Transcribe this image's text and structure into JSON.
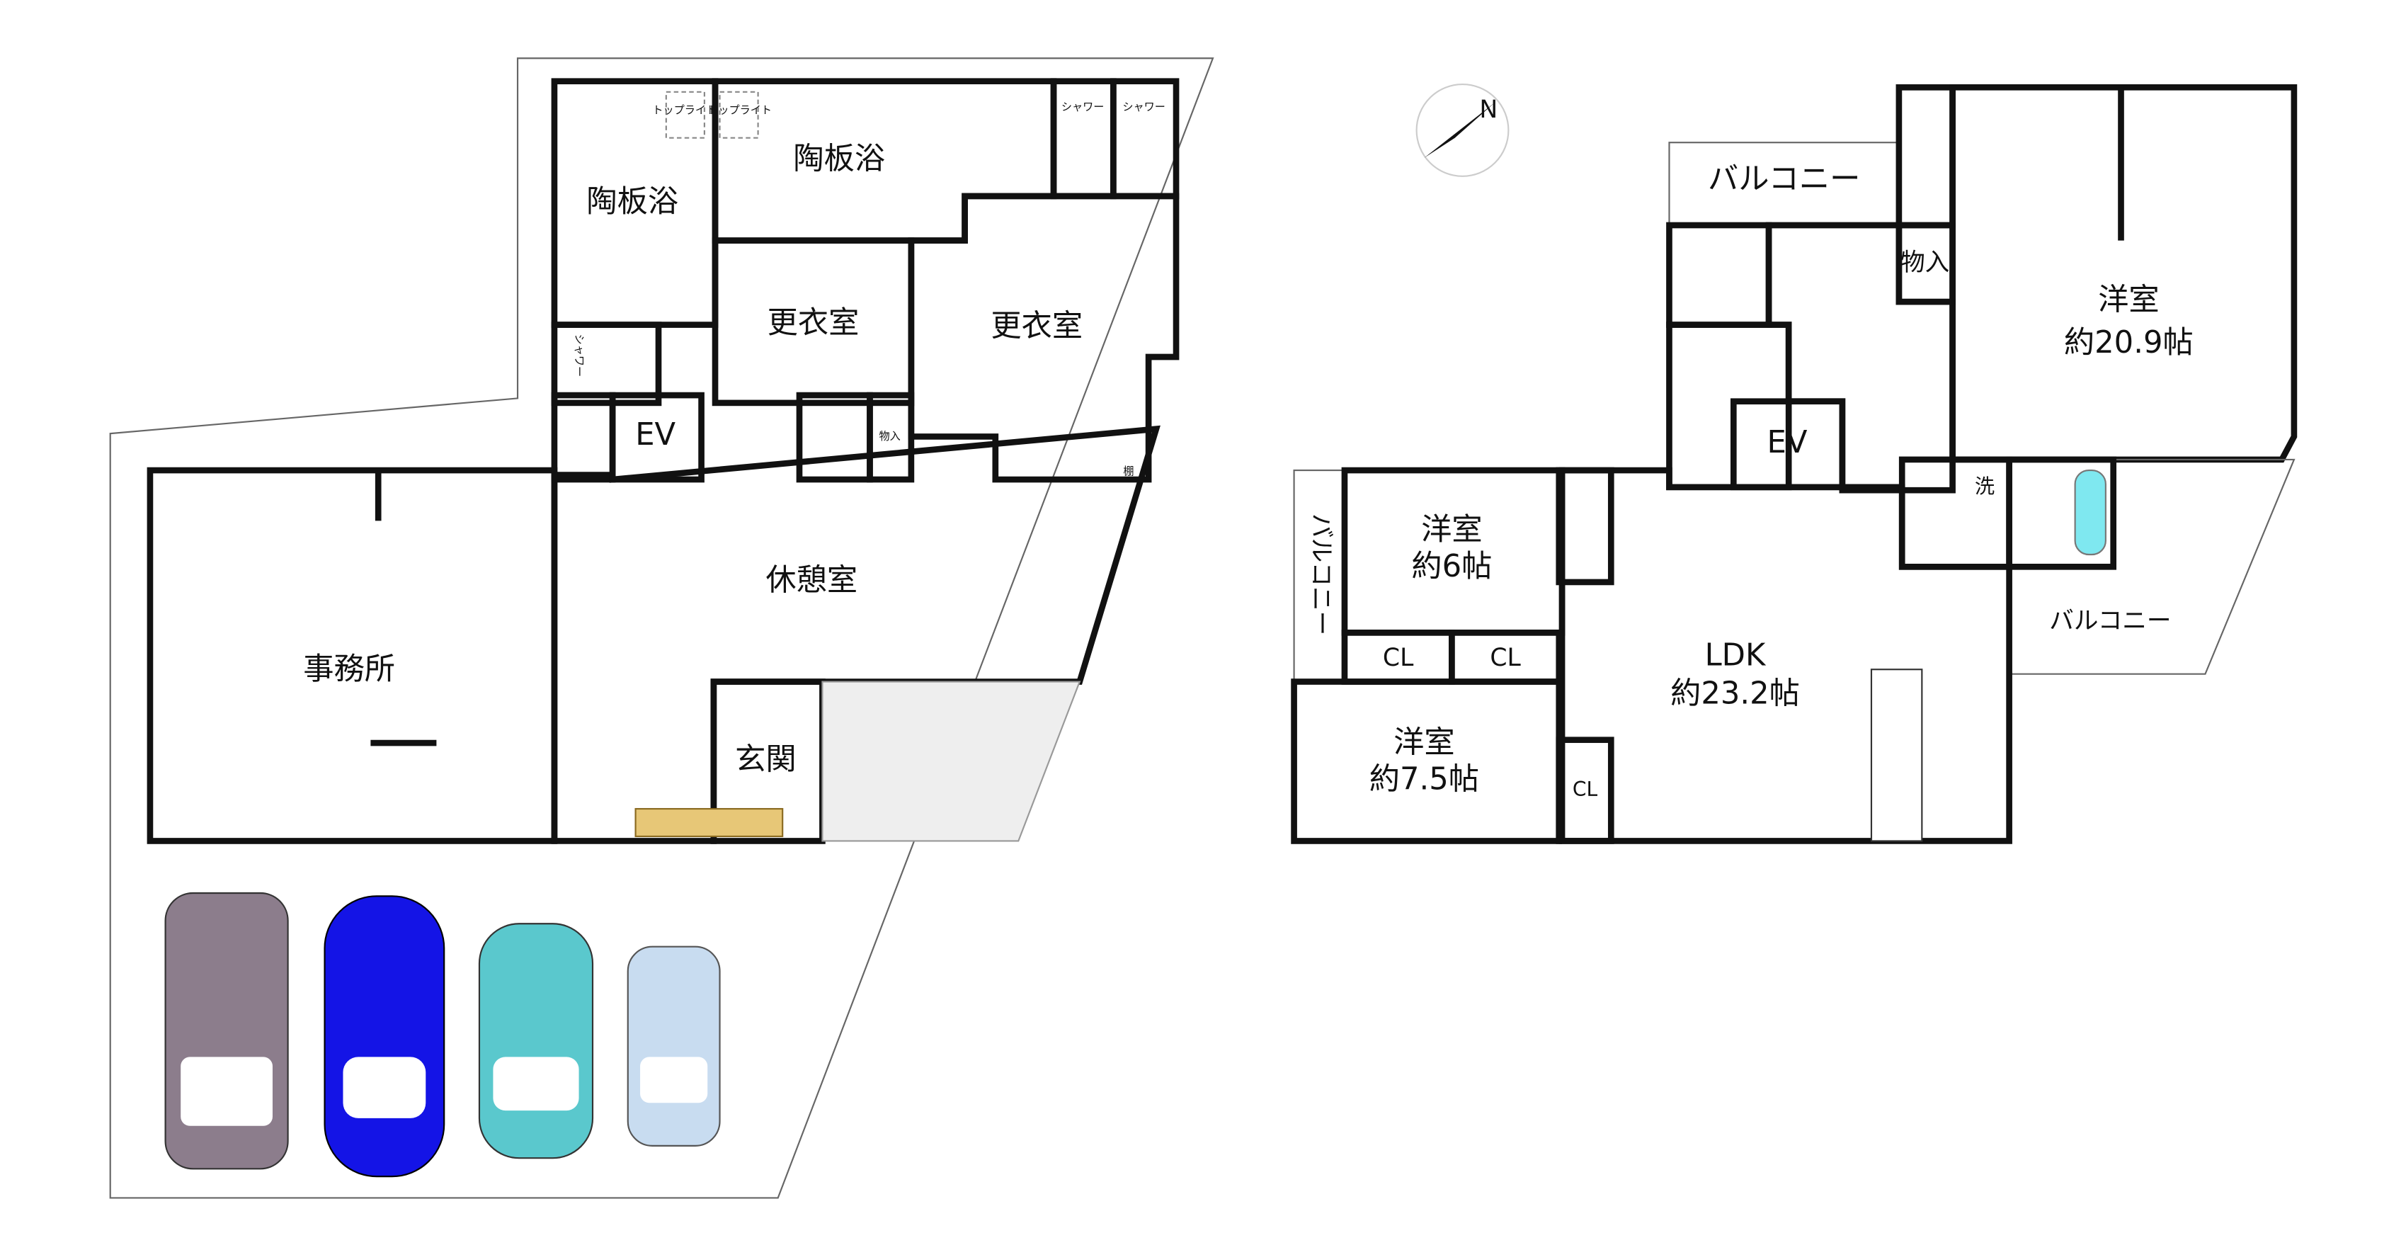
{
  "colors": {
    "wet_area": "#dcfdfd",
    "lounge": "#fefde6",
    "ldk_hall": "#f5dfa9",
    "western_room": "#fbf3e2",
    "storage": "#fde9ea",
    "entrance_tile": "#e6e6e6",
    "car_purple": "#8c7d8c",
    "car_blue": "#1414e6",
    "car_teal": "#5ac8cd",
    "car_lightblue": "#c8dcf0"
  },
  "floor1": {
    "office": "事務所",
    "lounge": "休憩室",
    "entrance": "玄関",
    "bath_left": "陶板浴",
    "bath_top": "陶板浴",
    "changing_left": "更衣室",
    "changing_right": "更衣室",
    "elevator": "EV",
    "storage": "物入",
    "shower_small": "シャワー",
    "shower_a": "シャワー",
    "shower_b": "シャワー",
    "toplight_a": "トップライト",
    "toplight_b": "トップライト",
    "shelf": "棚"
  },
  "floor2": {
    "compass": "N",
    "balcony_top": "バルコニー",
    "balcony_left": "バルコニー",
    "balcony_right": "バルコニー",
    "storage": "物入",
    "elevator": "EV",
    "western_large_name": "洋室",
    "western_large_size": "約20.9帖",
    "western_6_name": "洋室",
    "western_6_size": "約6帖",
    "western_75_name": "洋室",
    "western_75_size": "約7.5帖",
    "ldk_name": "LDK",
    "ldk_size": "約23.2帖",
    "closet_a": "CL",
    "closet_b": "CL",
    "closet_c": "CL",
    "wash": "洗"
  }
}
